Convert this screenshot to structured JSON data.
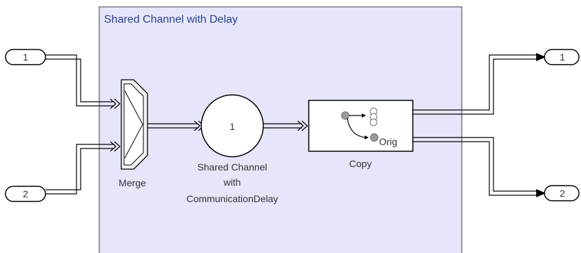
{
  "subsystem": {
    "title": "Shared Channel with Delay"
  },
  "inports": [
    {
      "label": "1"
    },
    {
      "label": "2"
    }
  ],
  "outports": [
    {
      "label": "1"
    },
    {
      "label": "2"
    }
  ],
  "merge_block": {
    "label": "Merge"
  },
  "channel_block": {
    "number": "1",
    "label_line1": "Shared Channel",
    "label_line2": "with",
    "label_line3": "CommunicationDelay"
  },
  "copy_block": {
    "label": "Copy",
    "port_text": "Orig"
  },
  "colors": {
    "subsystem_fill": "#e6e6fb",
    "subsystem_border": "#5a5a66",
    "wire": "#000000"
  }
}
